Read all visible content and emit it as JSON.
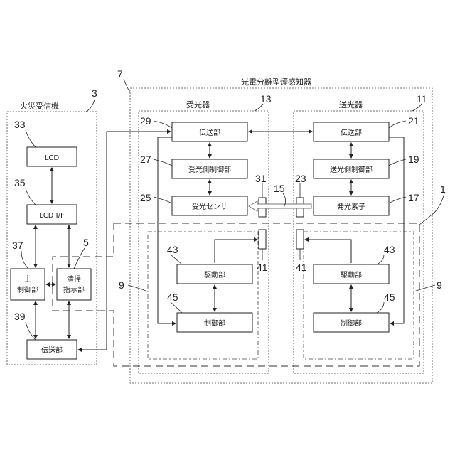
{
  "titles": {
    "fire_receiver": "火災受信機",
    "detector": "光電分離型煙感知器",
    "receiver": "受光器",
    "transmitter": "送光器"
  },
  "receiver_panel": {
    "lcd": "LCD",
    "lcd_if": "LCD I/F",
    "main_ctrl_line1": "主",
    "main_ctrl_line2": "制御部",
    "clean_line1": "清掃",
    "clean_line2": "指示部",
    "transmission": "伝送部"
  },
  "light_receiver": {
    "transmission": "伝送部",
    "control": "受光側制御部",
    "sensor": "受光センサ",
    "drive": "駆動部",
    "ctrl": "制御部"
  },
  "light_transmitter": {
    "transmission": "伝送部",
    "control": "送光側制御部",
    "emitter": "発光素子",
    "drive": "駆動部",
    "ctrl": "制御部"
  },
  "refs": {
    "r1": "1",
    "r3": "3",
    "r5": "5",
    "r7": "7",
    "r9a": "9",
    "r9b": "9",
    "r11": "11",
    "r13": "13",
    "r15": "15",
    "r17": "17",
    "r19": "19",
    "r21": "21",
    "r23": "23",
    "r25": "25",
    "r27": "27",
    "r29": "29",
    "r31": "31",
    "r33": "33",
    "r35": "35",
    "r37": "37",
    "r39": "39",
    "r41a": "41",
    "r41b": "41",
    "r43a": "43",
    "r43b": "43",
    "r45a": "45",
    "r45b": "45"
  }
}
